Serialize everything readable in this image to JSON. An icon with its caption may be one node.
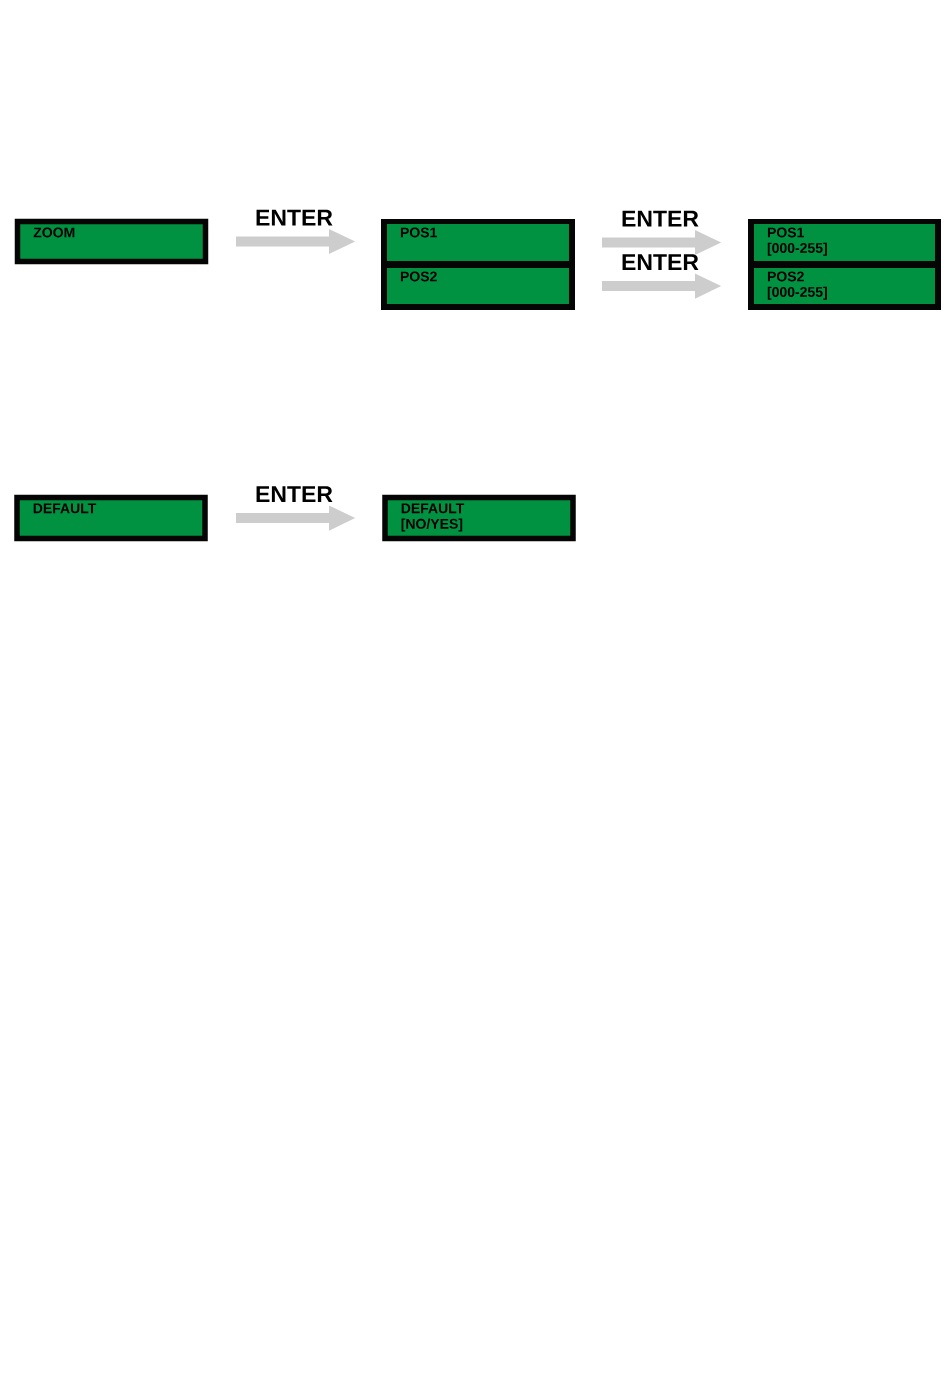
{
  "diagram": {
    "nodes": [
      {
        "text": [
          "ZOOM"
        ]
      },
      {
        "text": [],
        "shape": "box"
      },
      {
        "text": [
          "POS1"
        ],
        "in": 1
      },
      {
        "text": [
          "POS2"
        ],
        "in": 1
      },
      {
        "text": [],
        "shape": "box"
      },
      {
        "text": [
          "POS1",
          "[000-255]"
        ],
        "in": 4
      },
      {
        "text": [
          "POS2",
          "[000-255]"
        ],
        "in": 4
      },
      {
        "text": [
          "DEFAULT"
        ]
      },
      {
        "text": [
          "DEFAULT",
          "[NO/YES]"
        ]
      }
    ],
    "edges": [
      {
        "from": 0,
        "to": 1,
        "arrow": "to",
        "label": "ENTER"
      },
      {
        "from": 2,
        "to": 5,
        "arrow": "to",
        "label": "ENTER"
      },
      {
        "from": 3,
        "to": 6,
        "arrow": "to",
        "label": "ENTER"
      },
      {
        "from": 7,
        "to": 8,
        "arrow": "to",
        "label": "ENTER"
      }
    ]
  }
}
